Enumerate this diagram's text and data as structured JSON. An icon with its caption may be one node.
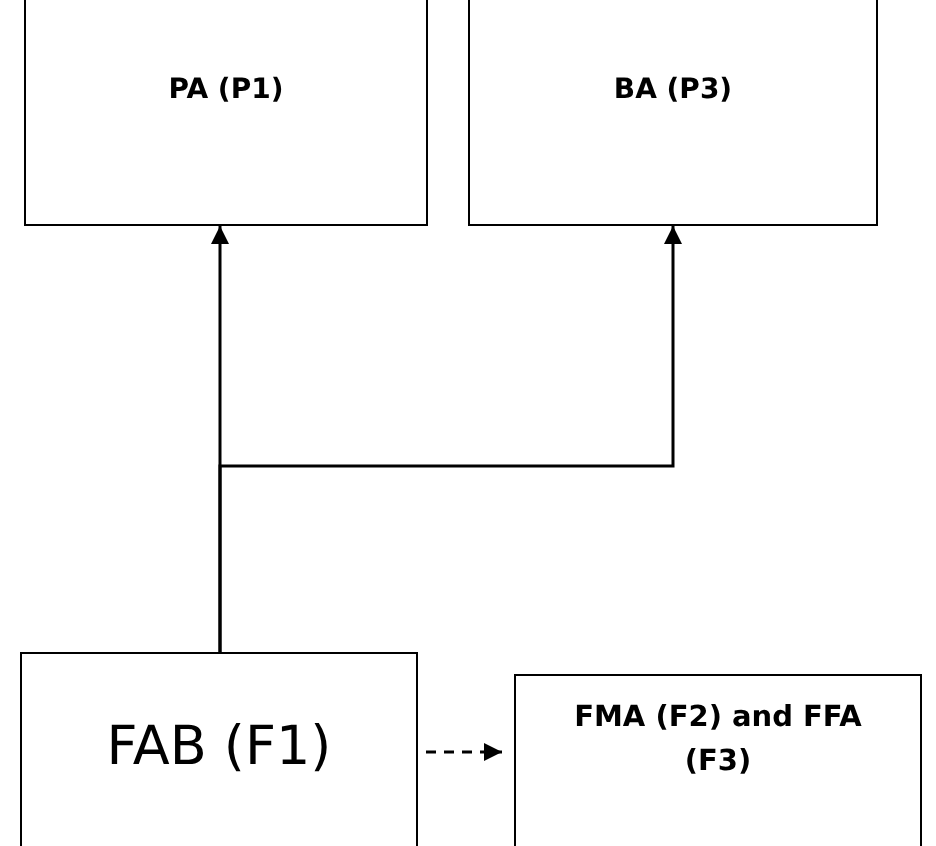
{
  "diagram": {
    "nodes": [
      {
        "text": [
          "PA (P1)"
        ]
      },
      {
        "text": [
          "BA (P3)"
        ]
      },
      {
        "text": [
          "FAB (F1)"
        ]
      },
      {
        "text": [
          "FMA (F2) and FFA (F3)"
        ]
      }
    ],
    "edges": [
      {
        "from": 2,
        "to": 0,
        "arrow": "to"
      },
      {
        "from": 2,
        "to": 1,
        "arrow": "to"
      },
      {
        "from": 2,
        "to": 3,
        "arrow": "to",
        "style": "dashed"
      }
    ]
  }
}
